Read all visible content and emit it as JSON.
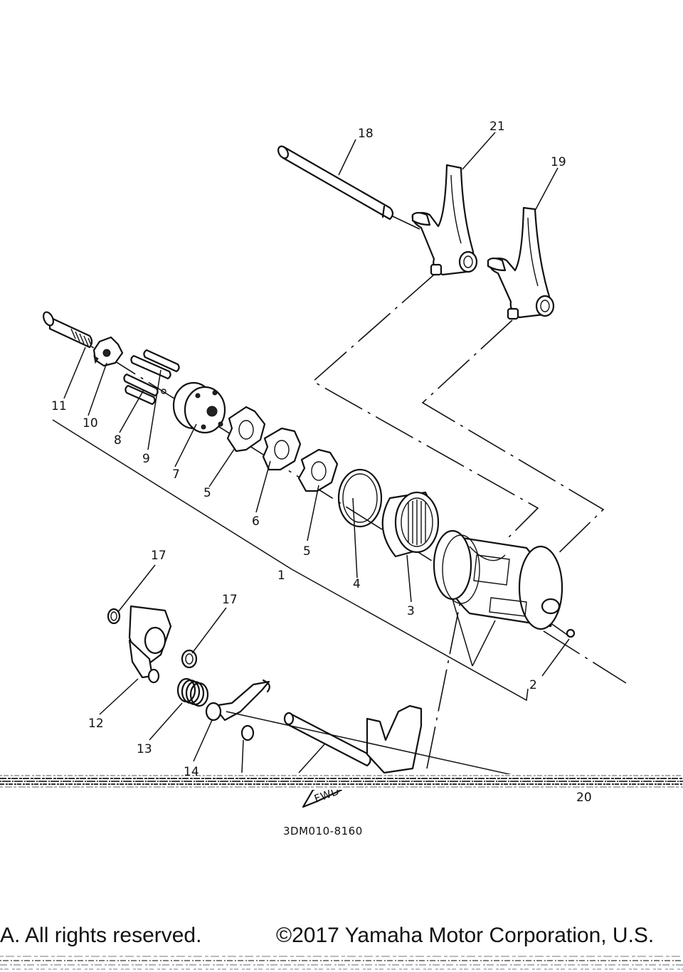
{
  "callouts": {
    "c1": "1",
    "c2": "2",
    "c3": "3",
    "c4": "4",
    "c5a": "5",
    "c5b": "5",
    "c6": "6",
    "c7": "7",
    "c8": "8",
    "c9": "9",
    "c10": "10",
    "c11": "11",
    "c12": "12",
    "c13": "13",
    "c14": "14",
    "c17a": "17",
    "c17b": "17",
    "c18": "18",
    "c19": "19",
    "c20": "20",
    "c21": "21"
  },
  "drawing_code": "3DM010-8160",
  "forward_marker": "FWD",
  "footer": {
    "left": "A. All rights reserved.",
    "right": "©2017 Yamaha Motor Corporation, U.S."
  }
}
